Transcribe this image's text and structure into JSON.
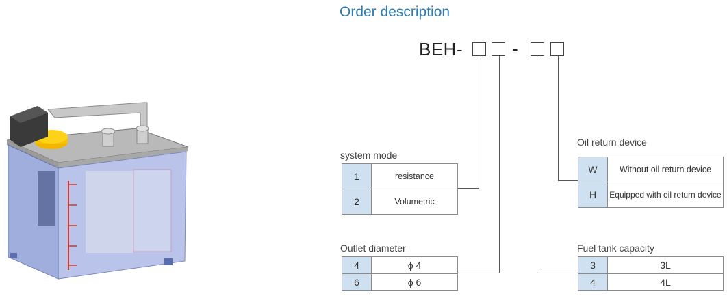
{
  "order": {
    "title": "Order description",
    "code_prefix": "BEH-",
    "separator": "-"
  },
  "system_mode": {
    "title": "system mode",
    "options": [
      {
        "code": "1",
        "desc": "resistance"
      },
      {
        "code": "2",
        "desc": "Volumetric"
      }
    ]
  },
  "outlet_diameter": {
    "title": "Outlet diameter",
    "options": [
      {
        "code": "4",
        "desc": "ϕ 4"
      },
      {
        "code": "6",
        "desc": "ϕ 6"
      }
    ]
  },
  "oil_return": {
    "title": "Oil return device",
    "options": [
      {
        "code": "W",
        "desc": "Without oil return device"
      },
      {
        "code": "H",
        "desc": "Equipped with oil return device"
      }
    ]
  },
  "fuel_tank": {
    "title": "Fuel tank capacity",
    "options": [
      {
        "code": "3",
        "desc": "3L"
      },
      {
        "code": "4",
        "desc": "4L"
      }
    ]
  },
  "colors": {
    "title_blue": "#2b7bb5",
    "code_cell": "#cfe1f0"
  }
}
